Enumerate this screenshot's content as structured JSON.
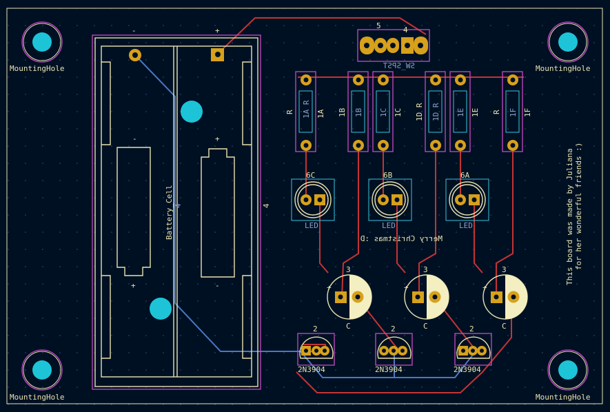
{
  "board": {
    "mounting_label": "MountingHole",
    "battery": {
      "ref": "Battery_Cell",
      "value": "4",
      "ref2": "4",
      "minus": "-",
      "plus": "+"
    },
    "switch": {
      "ref": "5",
      "value": "SW_SPST",
      "pin_label": "4"
    },
    "resistors": [
      {
        "ref": "1A",
        "value": "R",
        "fab": "1A R"
      },
      {
        "ref": "1B",
        "value": "1B",
        "fab": "1B"
      },
      {
        "ref": "1C",
        "value": "1C",
        "fab": "1C"
      },
      {
        "ref": "1D",
        "value": "1D R",
        "fab": "1D R"
      },
      {
        "ref": "1E",
        "value": "1E",
        "fab": "1E"
      },
      {
        "ref": "1F",
        "value": "R",
        "fab": "1F"
      }
    ],
    "leds": [
      {
        "ref": "6C",
        "value": "LED"
      },
      {
        "ref": "6B",
        "value": "LED"
      },
      {
        "ref": "6A",
        "value": "LED"
      }
    ],
    "caps": [
      {
        "ref": "3",
        "value": "C",
        "plus": "+"
      },
      {
        "ref": "3",
        "value": "C",
        "plus": "+"
      },
      {
        "ref": "3",
        "value": "C",
        "plus": "+"
      }
    ],
    "transistors": [
      {
        "ref": "2",
        "value": "2N3904"
      },
      {
        "ref": "2",
        "value": "2N3904"
      },
      {
        "ref": "2",
        "value": "2N3904"
      }
    ],
    "mirror_text": "Merry Christmas :D",
    "dedication_line1": "This board was made by Juliana",
    "dedication_line2": "for her wonderful friends :)",
    "colors": {
      "background": "#001023",
      "silkscreen": "#e8e3b0",
      "copper_front": "#c43434",
      "copper_back": "#4a78c4",
      "pad": "#d7a11b",
      "courtyard": "#c64bc6",
      "fab": "#39c6dc"
    }
  }
}
